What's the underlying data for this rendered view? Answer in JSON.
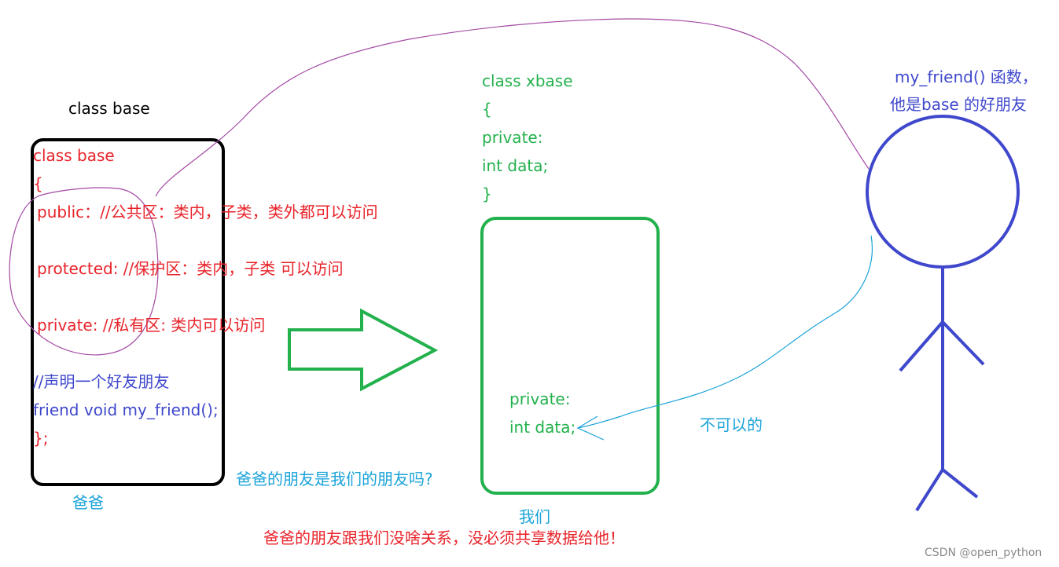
{
  "colors": {
    "black": "#000000",
    "red": "#e8232a",
    "blue": "#3f48cc",
    "green": "#22b14c",
    "cyan": "#1aa3d9",
    "purple": "#a349a4",
    "gray": "#8a8a8a"
  },
  "left_box": {
    "caption": "class base",
    "lines": {
      "class_decl": "class  base",
      "open_brace": "{",
      "public": "public：//公共区：类内，子类，类外都可以访问",
      "protected": "protected: //保护区：类内，子类 可以访问",
      "private": "private: //私有区: 类内可以访问",
      "comment": "//声明一个好友朋友",
      "friend": "friend  void my_friend();",
      "close": "};"
    },
    "label": "爸爸"
  },
  "right_box": {
    "header": {
      "class_decl": "class xbase",
      "open_brace": "{",
      "private": "private:",
      "data": "int data;",
      "close": "}"
    },
    "inner": {
      "private": "private:",
      "data": "int data;"
    },
    "label": "我们"
  },
  "stick_figure": {
    "caption_line1": "my_friend() 函数，",
    "caption_line2": "他是base 的好朋友"
  },
  "annotations": {
    "not_allowed": "不可以的",
    "question": "爸爸的朋友是我们的朋友吗?",
    "answer": "爸爸的朋友跟我们没啥关系，没必须共享数据给他！"
  },
  "watermark": "CSDN @open_python"
}
